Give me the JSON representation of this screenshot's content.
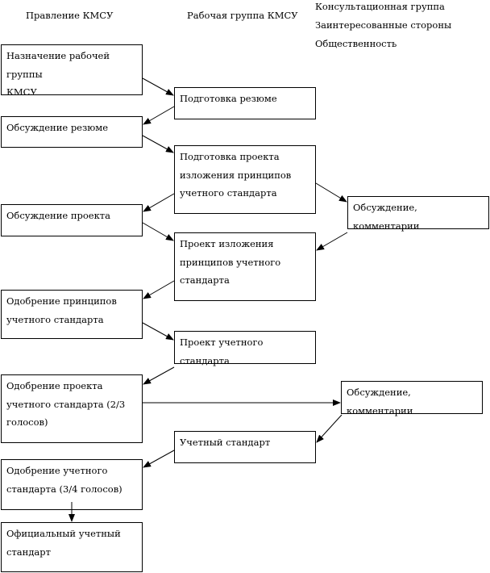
{
  "headers": {
    "board": "Правление КМСУ",
    "working_group": "Рабочая группа КМСУ",
    "consult_lines": [
      "Консультационная группа",
      "Заинтересованные стороны",
      "Общественность"
    ]
  },
  "board_boxes": [
    {
      "lines": [
        "Назначение рабочей группы",
        "КМСУ"
      ]
    },
    {
      "lines": [
        "Обсуждение резюме"
      ]
    },
    {
      "lines": [
        "Обсуждение проекта"
      ]
    },
    {
      "lines": [
        "Одобрение принципов",
        "учетного стандарта"
      ]
    },
    {
      "lines": [
        "Одобрение проекта",
        "учетного стандарта (2/3",
        "голосов)"
      ]
    },
    {
      "lines": [
        "Одобрение учетного",
        "стандарта (3/4 голосов)"
      ]
    },
    {
      "lines": [
        "Официальный учетный",
        "стандарт"
      ]
    }
  ],
  "group_boxes": [
    {
      "lines": [
        "Подготовка резюме"
      ]
    },
    {
      "lines": [
        "Подготовка проекта",
        "изложения принципов",
        "учетного стандарта"
      ]
    },
    {
      "lines": [
        "Проект изложения",
        "принципов учетного",
        "стандарта"
      ]
    },
    {
      "lines": [
        "Проект учетного стандарта"
      ]
    },
    {
      "lines": [
        "Учетный стандарт"
      ]
    }
  ],
  "consult_boxes": [
    {
      "lines": [
        "Обсуждение, комментарии"
      ]
    },
    {
      "lines": [
        "Обсуждение, комментарии"
      ]
    }
  ]
}
